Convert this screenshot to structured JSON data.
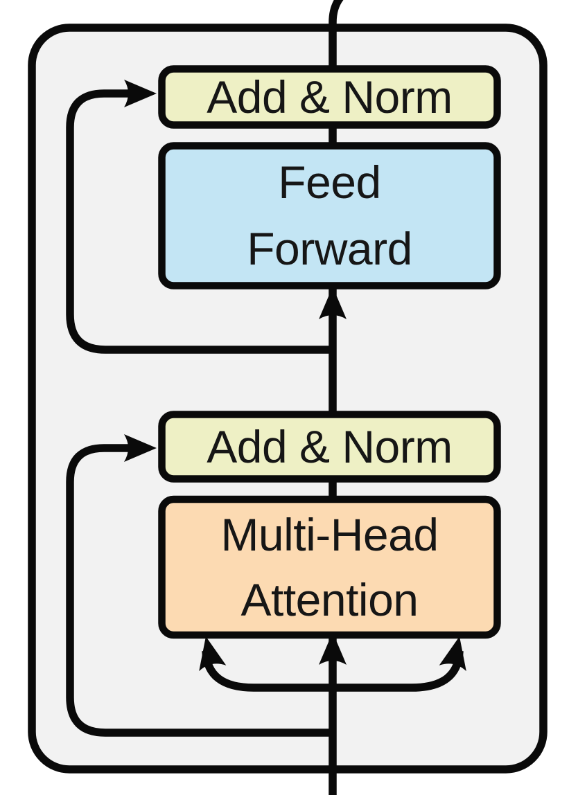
{
  "diagram": {
    "name": "transformer-encoder-block",
    "colors": {
      "background": "#ffffff",
      "panel_fill": "#f2f2f2",
      "line": "#0a0a0a",
      "add_norm_fill": "#eef0c5",
      "feed_forward_fill": "#c3e5f4",
      "attention_fill": "#fcdab2",
      "text": "#161616"
    },
    "blocks": {
      "add_norm_top": {
        "label": "Add & Norm"
      },
      "feed_forward": {
        "line1": "Feed",
        "line2": "Forward"
      },
      "add_norm_mid": {
        "label": "Add & Norm"
      },
      "multi_head_attention": {
        "line1": "Multi-Head",
        "line2": "Attention"
      }
    }
  }
}
